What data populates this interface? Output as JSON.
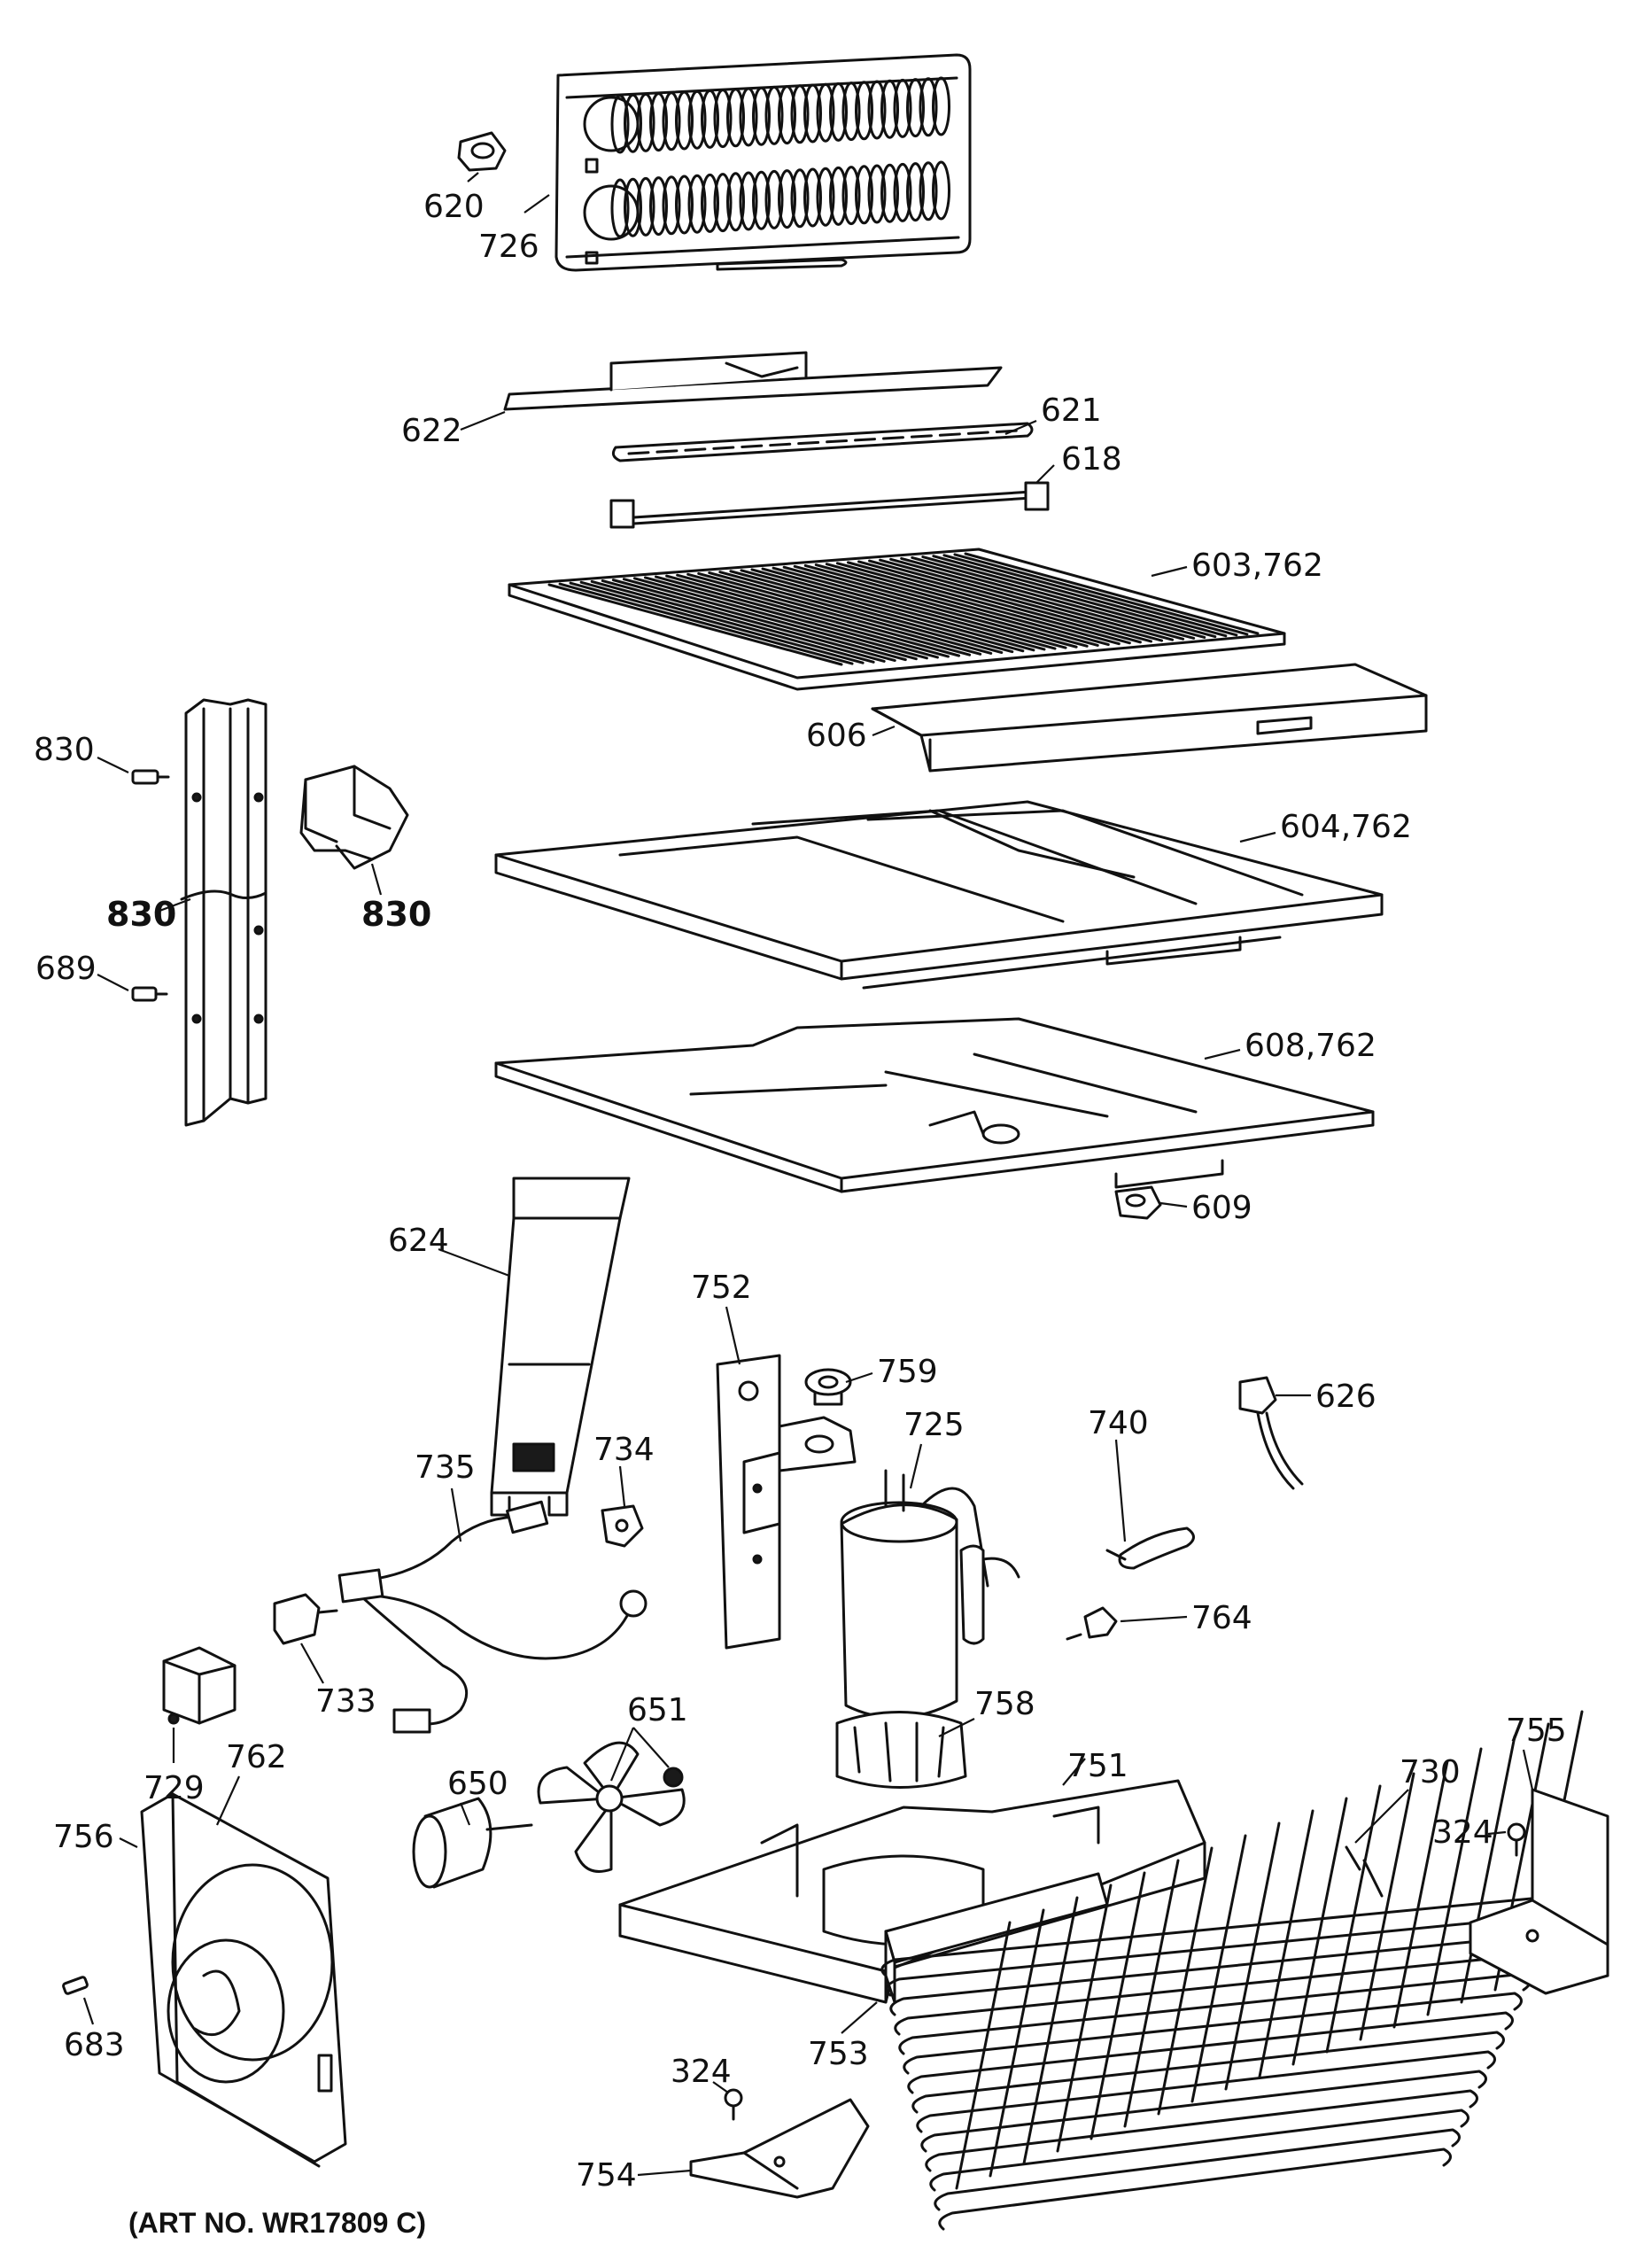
{
  "art_number": "(ART NO. WR17809 C)",
  "callouts": {
    "p620": "620",
    "p726": "726",
    "p622": "622",
    "p621": "621",
    "p618": "618",
    "p603": "603,762",
    "p606": "606",
    "p604": "604,762",
    "p608": "608,762",
    "p609": "609",
    "p830a": "830",
    "p830b": "830",
    "p830c": "830",
    "p689": "689",
    "p624": "624",
    "p752": "752",
    "p759": "759",
    "p725": "725",
    "p740": "740",
    "p626": "626",
    "p734": "734",
    "p735": "735",
    "p764": "764",
    "p733": "733",
    "p729": "729",
    "p762": "762",
    "p651": "651",
    "p758": "758",
    "p751": "751",
    "p755": "755",
    "p730": "730",
    "p324a": "324",
    "p650": "650",
    "p756": "756",
    "p683": "683",
    "p753": "753",
    "p324b": "324",
    "p754": "754"
  }
}
